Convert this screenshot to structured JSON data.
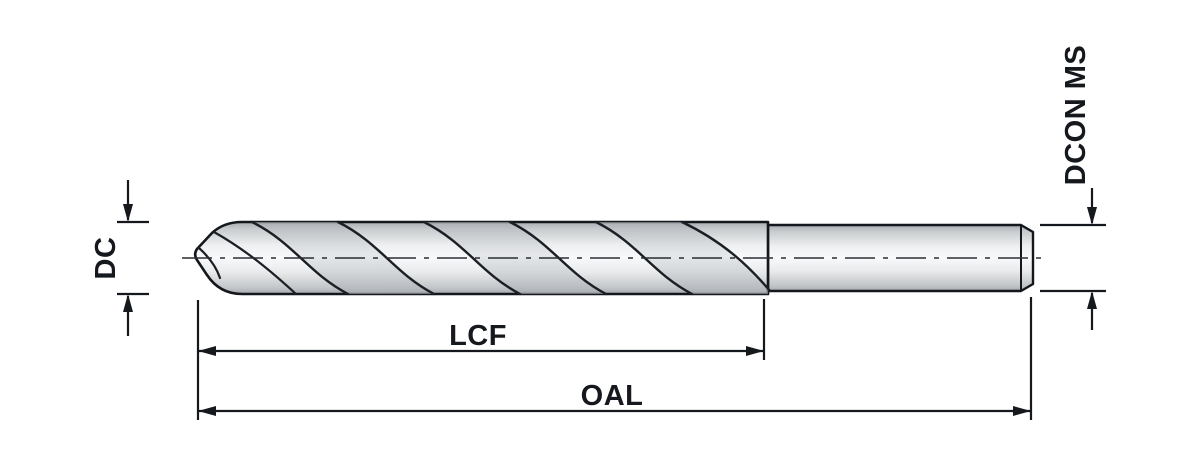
{
  "diagram": {
    "labels": {
      "dc": "DC",
      "dcon_ms": "DCON MS",
      "lcf": "LCF",
      "oal": "OAL"
    },
    "colors": {
      "background": "#ffffff",
      "line": "#15181d",
      "text": "#15181d",
      "steel_light": "#f8f9fa",
      "steel_dark": "#a6aaaf"
    }
  }
}
